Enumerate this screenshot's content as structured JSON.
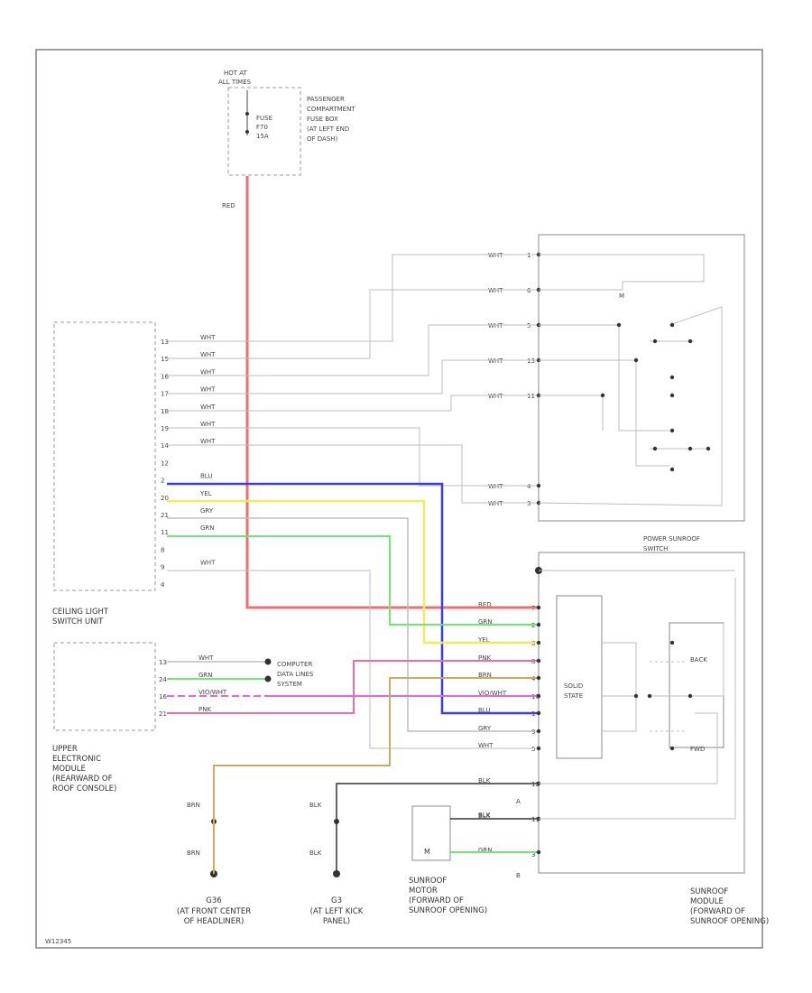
{
  "fuse": {
    "hot_at": "HOT AT",
    "hot_at2": "ALL TIMES",
    "fuse_name": "FUSE",
    "fuse_num": "F70",
    "fuse_amp": "15A",
    "box_lines": [
      "PASSENGER",
      "COMPARTMENT",
      "FUSE BOX",
      "(AT LEFT END",
      "OF DASH)"
    ],
    "wire_color": "RED"
  },
  "ceiling_unit": {
    "caption": [
      "CEILING LIGHT",
      "SWITCH UNIT"
    ],
    "pins": [
      "13",
      "15",
      "16",
      "17",
      "18",
      "19",
      "14",
      "12",
      "2",
      "20",
      "21",
      "11",
      "8",
      "9",
      "4"
    ],
    "wires": [
      "WHT",
      "WHT",
      "WHT",
      "WHT",
      "WHT",
      "WHT",
      "WHT",
      "",
      "BLU",
      "YEL",
      "GRY",
      "GRN",
      "",
      "WHT",
      ""
    ]
  },
  "upper_module": {
    "caption": [
      "UPPER",
      "ELECTRONIC",
      "MODULE",
      "(REARWARD OF",
      "ROOF CONSOLE)"
    ],
    "pins": [
      "13",
      "24",
      "16",
      "21"
    ],
    "wires": [
      "WHT",
      "GRN",
      "VIO/WHT",
      "PNK"
    ],
    "data_line": [
      "COMPUTER",
      "DATA LINES",
      "SYSTEM"
    ]
  },
  "switch_top": {
    "pins": [
      "1",
      "6",
      "5",
      "13",
      "11",
      "4",
      "3"
    ],
    "wires": [
      "WHT",
      "WHT",
      "WHT",
      "WHT",
      "WHT",
      "WHT",
      "WHT"
    ],
    "mark": "M"
  },
  "sunroof_module": {
    "switch_title": [
      "POWER SUNROOF",
      "SWITCH"
    ],
    "pins": [
      "7",
      "2",
      "6",
      "8",
      "4",
      "10",
      "1",
      "9",
      "5",
      "12",
      "11"
    ],
    "wires": [
      "RED",
      "GRN",
      "YEL",
      "PNK",
      "BRN",
      "VIO/WHT",
      "BLU",
      "GRY",
      "WHT",
      "BLK",
      "BLK"
    ],
    "solid_state": [
      "SOLID",
      "STATE"
    ],
    "back": "BACK",
    "fwd": "FWD",
    "lower_pins": [
      "14",
      "3"
    ],
    "pin_a": "A",
    "pin_b": "B",
    "caption": [
      "SUNROOF",
      "MODULE",
      "(FORWARD OF",
      "SUNROOF OPENING)"
    ]
  },
  "motor": {
    "label": "M",
    "wires": [
      "BLK",
      "GRN"
    ],
    "caption": [
      "SUNROOF",
      "MOTOR",
      "(FORWARD OF",
      "SUNROOF OPENING)"
    ]
  },
  "grounds": {
    "g1": {
      "wire_top": "BRN",
      "wire_bottom": "BRN",
      "name": "G36",
      "caption": [
        "(AT FRONT CENTER",
        "OF HEADLINER)"
      ]
    },
    "g2": {
      "wire_top": "BLK",
      "wire_bottom": "BLK",
      "name": "G3",
      "caption": [
        "(AT LEFT KICK",
        "PANEL)"
      ]
    }
  },
  "footer_code": "W12345",
  "colors": {
    "red": "#f26d6d",
    "blue": "#3b3bf0",
    "yellow": "#f3ec5a",
    "green": "#6fe86f",
    "pink": "#ef6aa6",
    "violet": "#e266e6",
    "brown": "#cfa960",
    "black": "#333333",
    "gray": "#bdbdbd"
  }
}
